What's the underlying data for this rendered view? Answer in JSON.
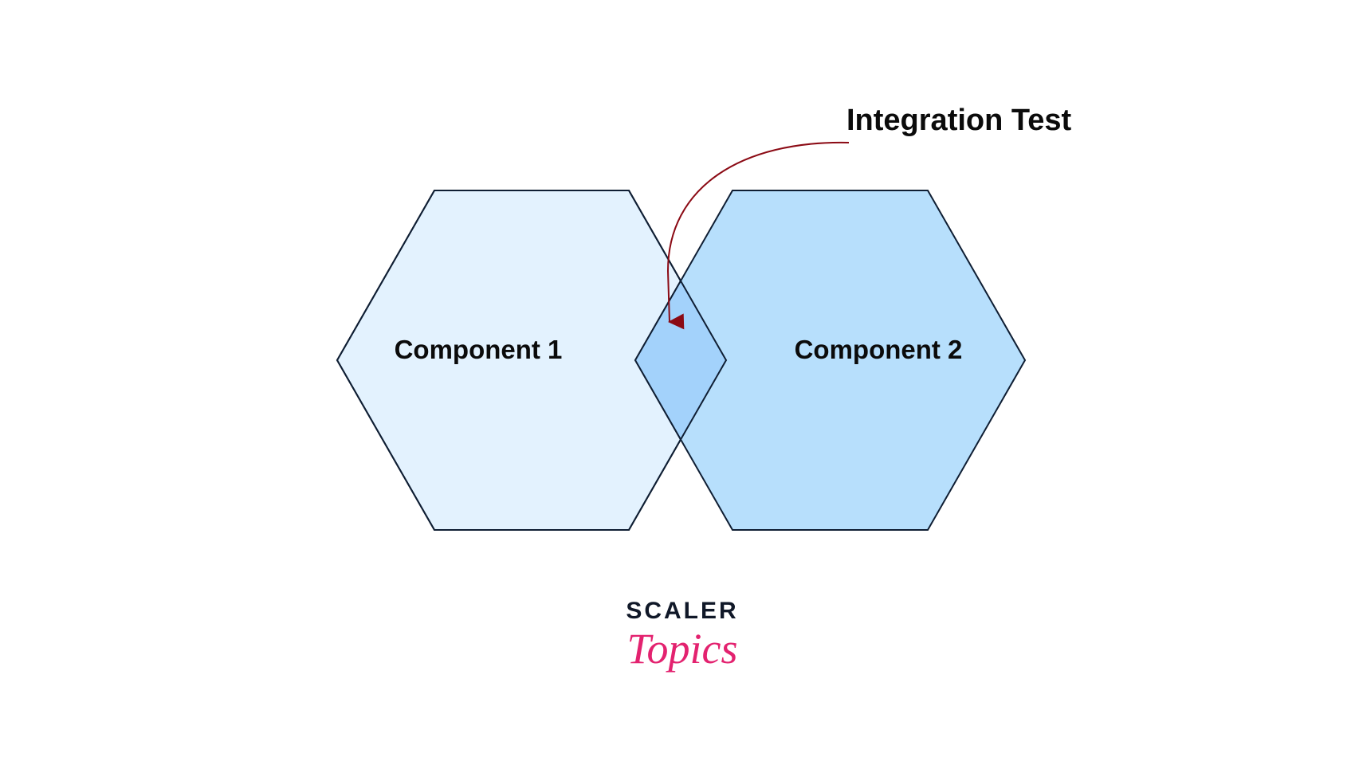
{
  "diagram": {
    "annotation": "Integration Test",
    "components": [
      {
        "label": "Component 1",
        "fill": "#e3f2fe"
      },
      {
        "label": "Component 2",
        "fill": "#b7dffc"
      }
    ],
    "overlap_fill": "#a3d2fb",
    "arrow_color": "#8b0a14",
    "stroke_color": "#0f1e33"
  },
  "logo": {
    "brand": "SCALER",
    "sub": "Topics",
    "brand_color": "#101828",
    "sub_color": "#e3226f"
  }
}
